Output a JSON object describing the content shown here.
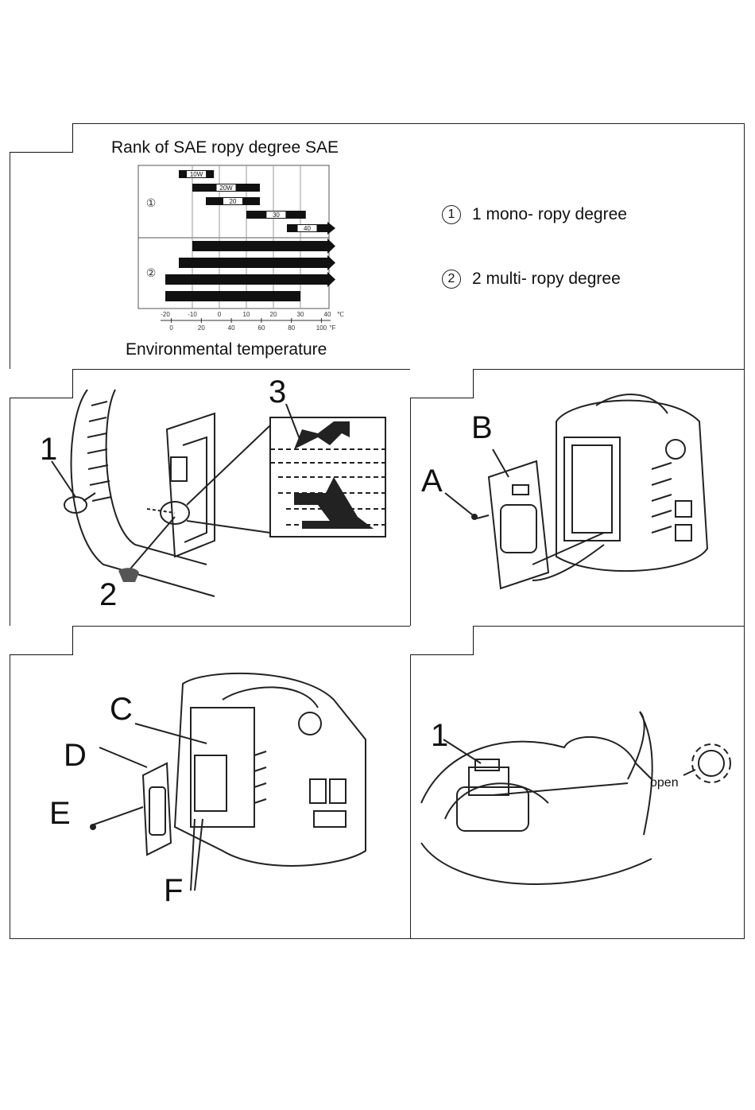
{
  "oil_chart": {
    "title": "Rank of SAE ropy degree  SAE",
    "xlabel": "Environmental temperature",
    "celsius_ticks": [
      "-20",
      "-10",
      "0",
      "10",
      "20",
      "30",
      "40"
    ],
    "celsius_unit": "℃",
    "fahrenheit_ticks": [
      "0",
      "20",
      "40",
      "60",
      "80",
      "100"
    ],
    "fahrenheit_unit": "°F",
    "group_markers": [
      "①",
      "②"
    ],
    "bars": [
      {
        "label": "10W",
        "from_c": -15,
        "to_c": -2,
        "group": 1
      },
      {
        "label": "20W",
        "from_c": -10,
        "to_c": 15,
        "group": 1
      },
      {
        "label": "20",
        "from_c": -5,
        "to_c": 15,
        "group": 1
      },
      {
        "label": "30",
        "from_c": 10,
        "to_c": 32,
        "group": 1
      },
      {
        "label": "40",
        "from_c": 25,
        "to_c": 40,
        "group": 1,
        "arrow": true
      },
      {
        "label": "",
        "from_c": -10,
        "to_c": 40,
        "group": 2,
        "arrow": true
      },
      {
        "label": "",
        "from_c": -15,
        "to_c": 40,
        "group": 2,
        "arrow": true
      },
      {
        "label": "",
        "from_c": -20,
        "to_c": 40,
        "group": 2,
        "arrow": true
      },
      {
        "label": "",
        "from_c": -20,
        "to_c": 30,
        "group": 2
      }
    ],
    "legend": [
      {
        "marker": "1",
        "text": "1 mono- ropy degree"
      },
      {
        "marker": "2",
        "text": "2 multi- ropy degree"
      }
    ]
  },
  "figure_oil_level": {
    "labels": [
      "1",
      "2",
      "3"
    ]
  },
  "figure_cover": {
    "labels": [
      "A",
      "B"
    ]
  },
  "figure_filter": {
    "labels": [
      "C",
      "D",
      "E",
      "F"
    ]
  },
  "figure_fuel_cap": {
    "labels": [
      "1"
    ],
    "open_label": "open"
  }
}
